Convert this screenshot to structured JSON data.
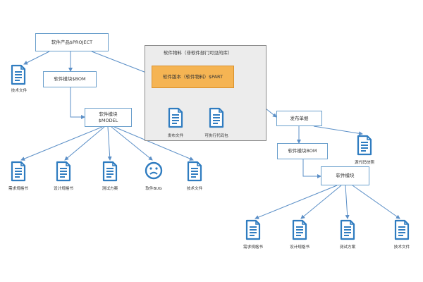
{
  "colors": {
    "edge": "#5b8fc7",
    "icon": "#2f7cc0",
    "node_border": "#6a9fcc",
    "highlight": "#f5b453",
    "group_bg": "#ececec"
  },
  "group": {
    "title": "软件物料（非软件部门可见的库）"
  },
  "nodes": {
    "product": "软件产品$PROJECT",
    "module_bom_left": "软件模块$BOM",
    "module_left_line1": "软件模块",
    "module_left_line2": "$MODEL",
    "spart": "软件版本（软件物料）$PART",
    "release_order": "发布单据",
    "module_bom_right": "软件模块BOM",
    "module_right": "软件模块"
  },
  "icons": {
    "tech_doc_top": {
      "icon": "document-icon",
      "label": "技术文件"
    },
    "release_doc": {
      "icon": "document-icon",
      "label": "发布文件"
    },
    "exec_code": {
      "icon": "document-icon",
      "label": "可执行代码包"
    },
    "source_code": {
      "icon": "document-icon",
      "label": "源代码快照"
    },
    "left_req": {
      "icon": "document-icon",
      "label": "需求规格书"
    },
    "left_design": {
      "icon": "document-icon",
      "label": "设计规格书"
    },
    "left_test": {
      "icon": "document-icon",
      "label": "测试方案"
    },
    "left_bug": {
      "icon": "sad-face-icon",
      "label": "软件BUG"
    },
    "left_tech": {
      "icon": "document-icon",
      "label": "技术文件"
    },
    "right_req": {
      "icon": "document-icon",
      "label": "需求规格书"
    },
    "right_design": {
      "icon": "document-icon",
      "label": "设计规格书"
    },
    "right_test": {
      "icon": "document-icon",
      "label": "测试方案"
    },
    "right_tech": {
      "icon": "document-icon",
      "label": "技术文件"
    }
  }
}
